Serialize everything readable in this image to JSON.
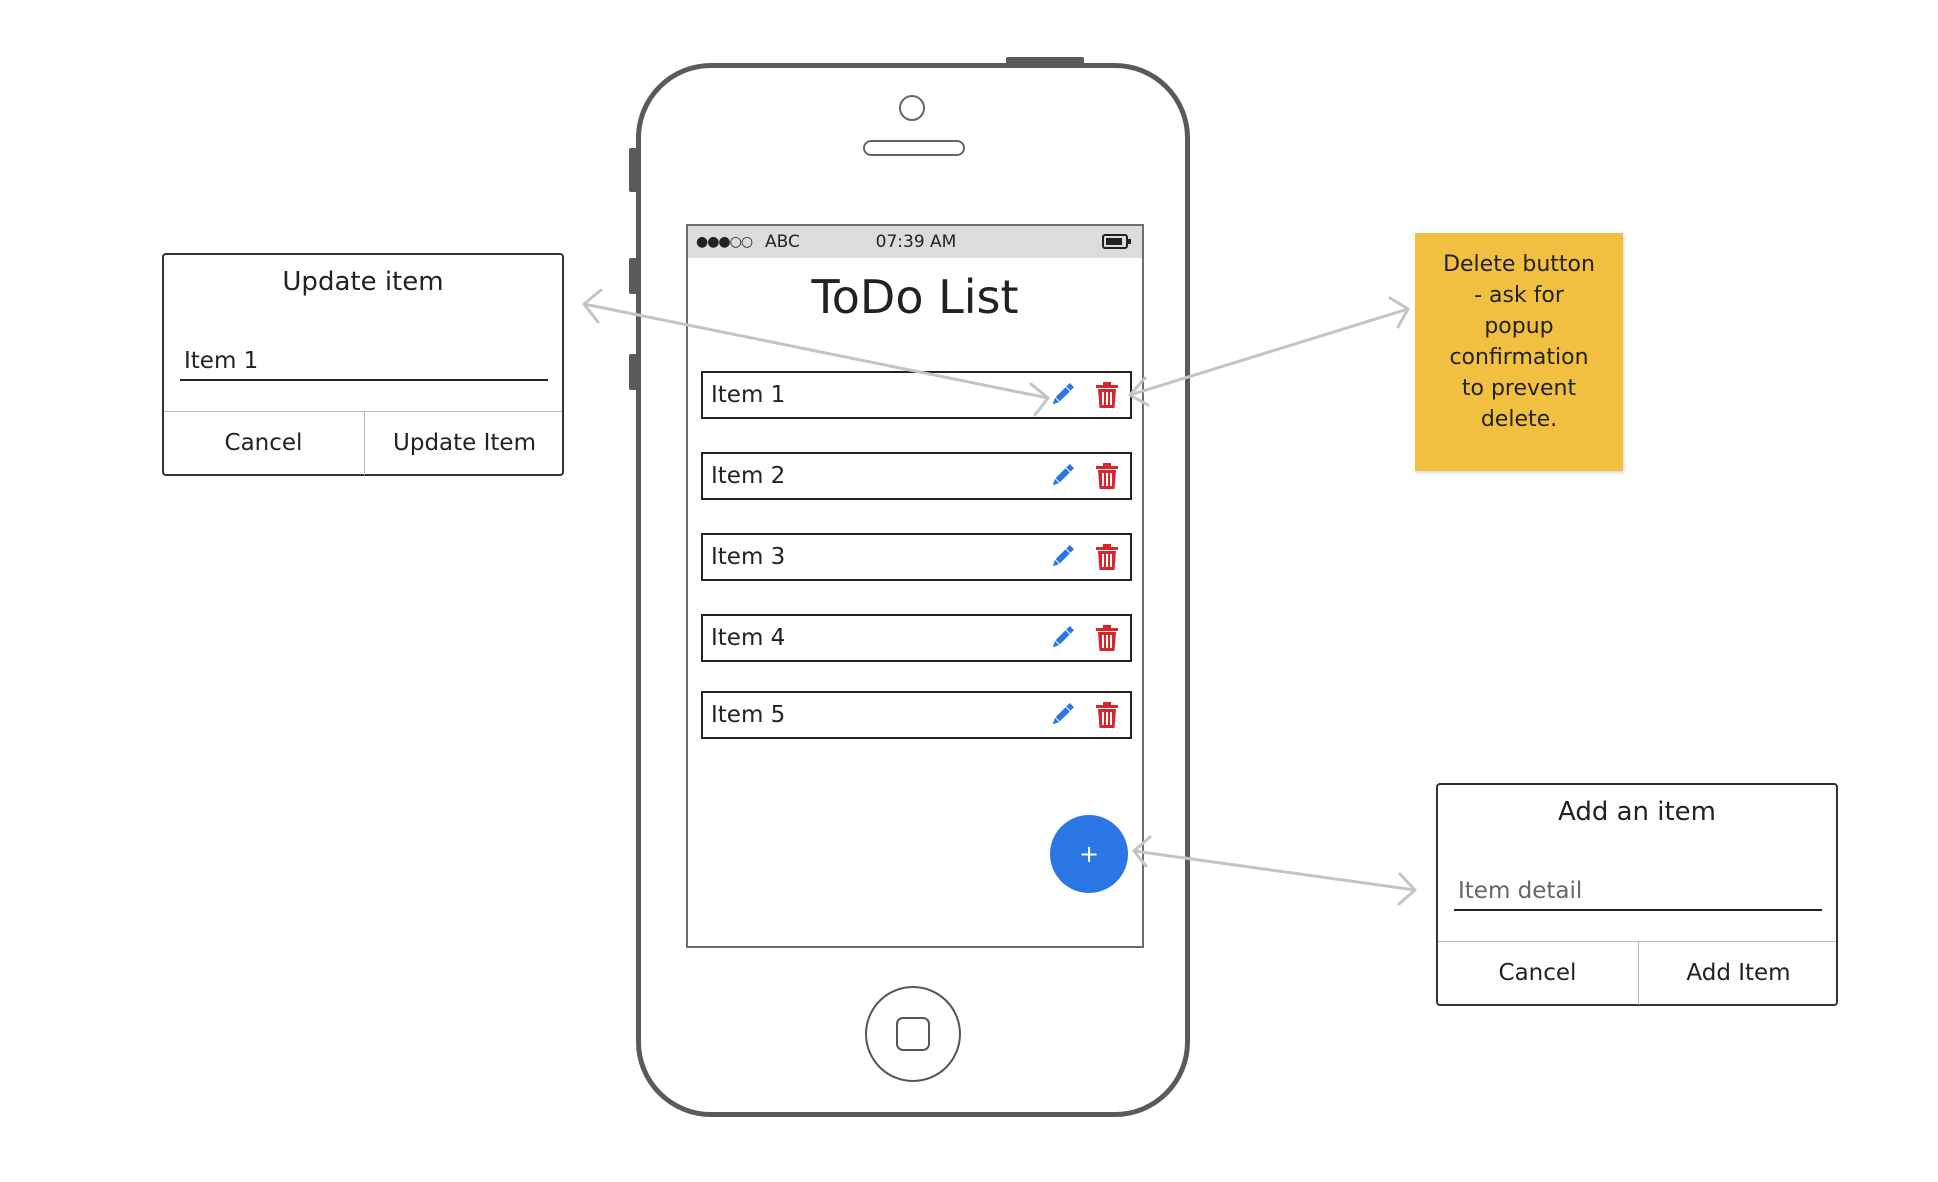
{
  "phone": {
    "status_bar": {
      "signal": "●●●○○",
      "carrier": "ABC",
      "time": "07:39 AM"
    },
    "title": "ToDo List",
    "items": [
      {
        "label": "Item 1"
      },
      {
        "label": "Item 2"
      },
      {
        "label": "Item 3"
      },
      {
        "label": "Item 4"
      },
      {
        "label": "Item 5"
      }
    ],
    "fab_label": "+"
  },
  "update_dialog": {
    "title": "Update item",
    "input_value": "Item 1",
    "cancel_label": "Cancel",
    "confirm_label": "Update Item"
  },
  "add_dialog": {
    "title": "Add an item",
    "input_placeholder": "Item detail",
    "cancel_label": "Cancel",
    "confirm_label": "Add Item"
  },
  "sticky_note": {
    "lines": [
      "Delete button",
      "- ask for",
      "popup",
      "confirmation",
      "to prevent",
      "delete."
    ]
  },
  "icons": {
    "edit": "pencil-icon",
    "delete": "trash-icon",
    "battery": "battery-icon"
  },
  "colors": {
    "edit_icon": "#2a76e4",
    "delete_icon": "#d9262c",
    "fab": "#2a76e4",
    "sticky_note": "#f2c040",
    "connector": "#c4c4c4"
  }
}
